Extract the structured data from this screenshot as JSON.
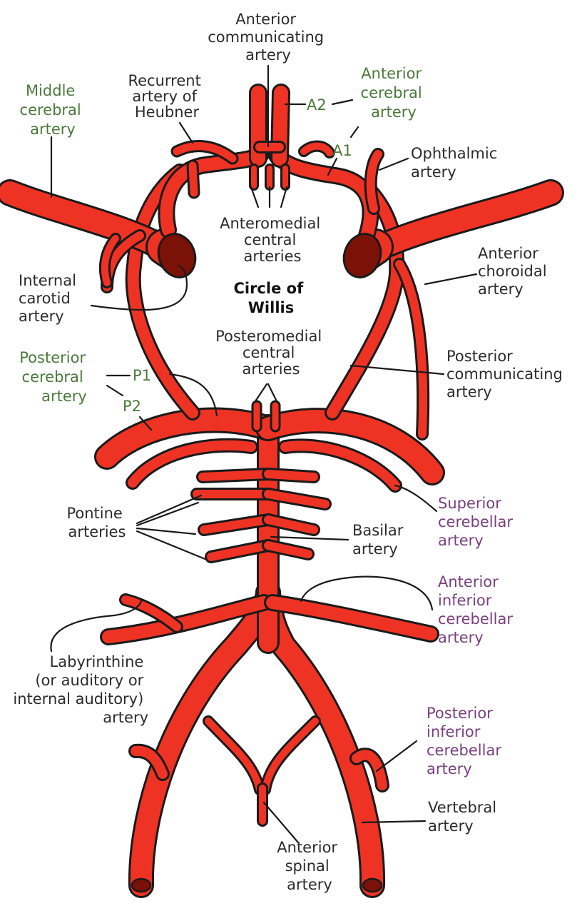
{
  "colors": {
    "artery_fill": "#ee3324",
    "artery_outline": "#1a1a1a",
    "lumen": "#7a1208",
    "label_dark": "#2b2b2b",
    "label_green": "#4a7a3a",
    "label_purple": "#7a3f80"
  },
  "diagram": {
    "title": [
      "Circle of",
      "Willis"
    ]
  },
  "labels": {
    "anterior_communicating": [
      "Anterior",
      "communicating",
      "artery"
    ],
    "recurrent_heubner": [
      "Recurrent",
      "artery of",
      "Heubner"
    ],
    "middle_cerebral": [
      "Middle",
      "cerebral",
      "artery"
    ],
    "anterior_cerebral": [
      "Anterior",
      "cerebral",
      "artery"
    ],
    "a2": "A2",
    "a1": "A1",
    "ophthalmic": [
      "Ophthalmic",
      "artery"
    ],
    "anteromedial_central": [
      "Anteromedial",
      "central",
      "arteries"
    ],
    "internal_carotid": [
      "Internal",
      "carotid",
      "artery"
    ],
    "anterior_choroidal": [
      "Anterior",
      "choroidal",
      "artery"
    ],
    "posteromedial_central": [
      "Posteromedial",
      "central",
      "arteries"
    ],
    "posterior_cerebral": [
      "Posterior",
      "cerebral",
      "artery"
    ],
    "p1": "P1",
    "p2": "P2",
    "posterior_communicating": [
      "Posterior",
      "communicating",
      "artery"
    ],
    "superior_cerebellar": [
      "Superior",
      "cerebellar",
      "artery"
    ],
    "pontine": [
      "Pontine",
      "arteries"
    ],
    "basilar": [
      "Basilar",
      "artery"
    ],
    "anterior_inferior_cerebellar": [
      "Anterior",
      "inferior",
      "cerebellar",
      "artery"
    ],
    "labyrinthine": [
      "Labyrinthine",
      "(or auditory or",
      "internal auditory)",
      "artery"
    ],
    "posterior_inferior_cerebellar": [
      "Posterior",
      "inferior",
      "cerebellar",
      "artery"
    ],
    "vertebral": [
      "Vertebral",
      "artery"
    ],
    "anterior_spinal": [
      "Anterior",
      "spinal",
      "artery"
    ]
  }
}
